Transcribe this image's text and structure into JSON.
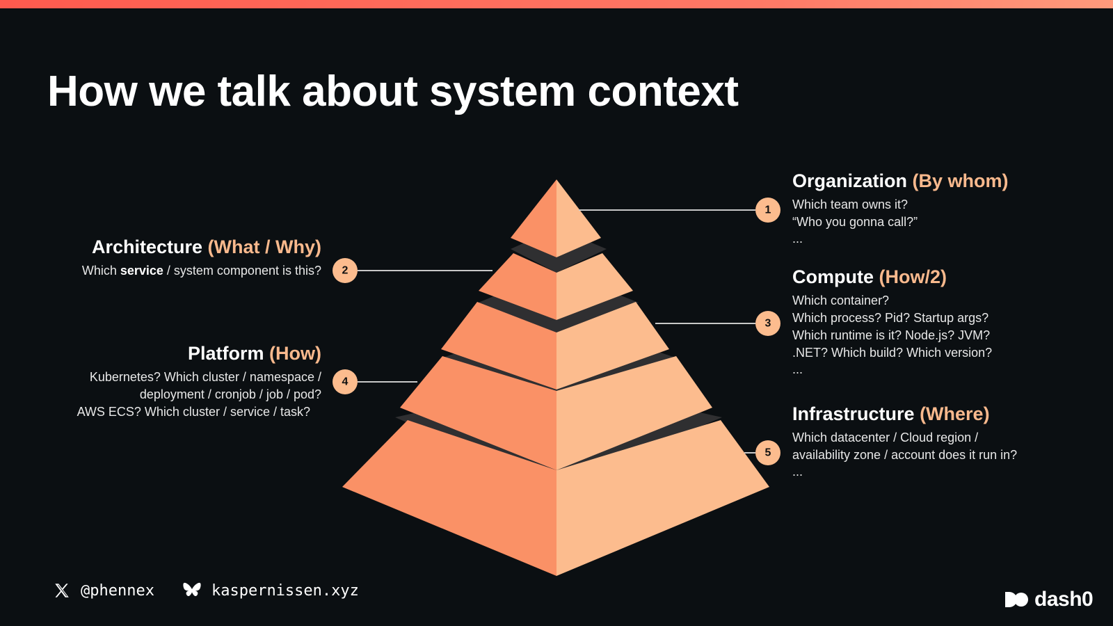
{
  "slide": {
    "title": "How we talk about system context"
  },
  "layers": [
    {
      "number": "1",
      "heading": "Organization",
      "subheading": "(By whom)",
      "lines": [
        "Which team owns it?",
        "“Who you gonna call?”"
      ],
      "more": "..."
    },
    {
      "number": "2",
      "heading": "Architecture",
      "subheading": "(What / Why)",
      "line_pre": "Which ",
      "line_bold": "service",
      "line_post": " / system component is this?"
    },
    {
      "number": "3",
      "heading": "Compute",
      "subheading": "(How/2)",
      "lines": [
        "Which container?",
        "Which process? Pid? Startup args?",
        "Which runtime is it? Node.js? JVM?",
        ".NET? Which build? Which version?"
      ],
      "more": "..."
    },
    {
      "number": "4",
      "heading": "Platform",
      "subheading": "(How)",
      "lines": [
        "Kubernetes? Which cluster / namespace /",
        "deployment / cronjob / job / pod?",
        "AWS ECS? Which cluster / service / task?"
      ]
    },
    {
      "number": "5",
      "heading": "Infrastructure",
      "subheading": "(Where)",
      "lines": [
        "Which datacenter / Cloud region /",
        "availability zone / account does it run in?"
      ],
      "more": "..."
    }
  ],
  "footer": {
    "x_handle": "@phennex",
    "bluesky_handle": "kaspernissen.xyz",
    "x_icon": "x-logo-icon",
    "bluesky_icon": "butterfly-icon"
  },
  "logo": {
    "text": "dash0"
  },
  "colors": {
    "background": "#0b0f12",
    "pyramid_left": "#fa9166",
    "pyramid_right": "#fcbc8e",
    "pyramid_gap": "#2f2f31",
    "accent_text": "#f9b98d",
    "callout_circle": "#fcbc8e",
    "connector_line": "#c8c8c8",
    "top_bar": "#ff6a5a"
  }
}
